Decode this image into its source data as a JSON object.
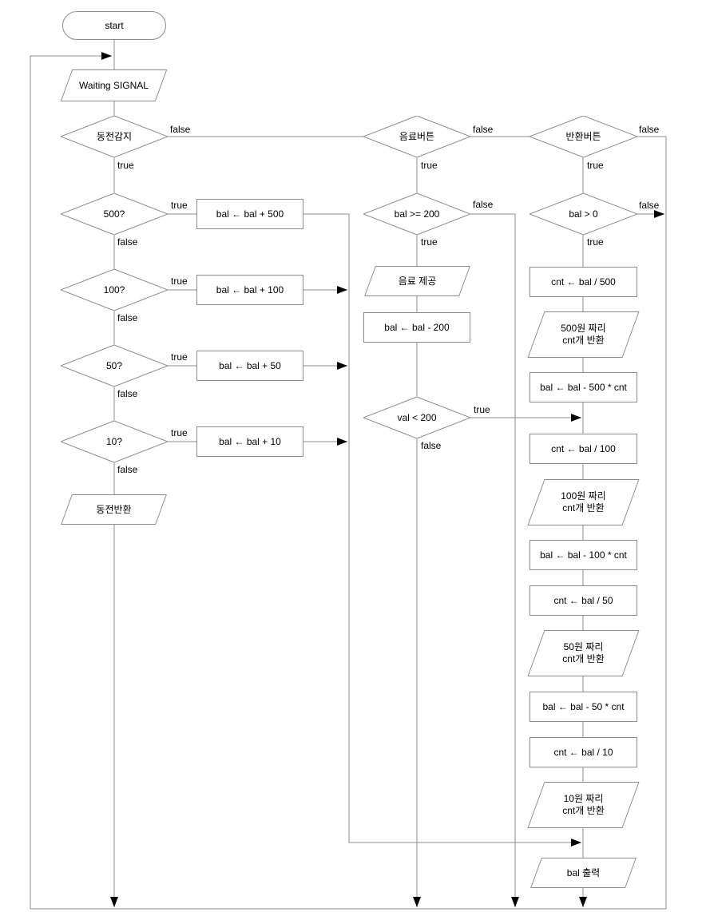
{
  "diagram": {
    "colors": {
      "background": "#ffffff",
      "shape_stroke": "#8c8c8c",
      "connector": "#8c8c8c",
      "arrowhead": "#000000",
      "text": "#000000"
    },
    "nodes": {
      "start": "start",
      "waiting_signal": "Waiting SIGNAL",
      "coin_detect": "동전감지",
      "coin_500": "500?",
      "add_500": "bal ← bal + 500",
      "coin_100": "100?",
      "add_100": "bal ← bal + 100",
      "coin_50": "50?",
      "add_50": "bal ← bal + 50",
      "coin_10": "10?",
      "add_10": "bal ← bal + 10",
      "coin_return": "동전반환",
      "drink_button": "음료버튼",
      "bal_ge_200": "bal >= 200",
      "dispense_drink": "음료 제공",
      "sub_200": "bal ← bal - 200",
      "val_lt_200": "val < 200",
      "return_button": "반환버튼",
      "bal_gt_0": "bal > 0",
      "cnt_div_500": "cnt ← bal / 500",
      "return_500_line1": "500원 짜리",
      "return_500_line2": "cnt개 반환",
      "sub_500_cnt": "bal ← bal - 500 * cnt",
      "cnt_div_100": "cnt ← bal / 100",
      "return_100_line1": "100원 짜리",
      "return_100_line2": "cnt개 반환",
      "sub_100_cnt": "bal ← bal - 100 * cnt",
      "cnt_div_50": "cnt ← bal / 50",
      "return_50_line1": "50원 짜리",
      "return_50_line2": "cnt개 반환",
      "sub_50_cnt": "bal ← bal - 50 * cnt",
      "cnt_div_10": "cnt ← bal / 10",
      "return_10_line1": "10원 짜리",
      "return_10_line2": "cnt개 반환",
      "print_bal": "bal 출력"
    },
    "edge_labels": {
      "coin_detect_false": "false",
      "coin_detect_true": "true",
      "coin_500_true": "true",
      "coin_500_false": "false",
      "coin_100_true": "true",
      "coin_100_false": "false",
      "coin_50_true": "true",
      "coin_50_false": "false",
      "coin_10_true": "true",
      "coin_10_false": "false",
      "drink_button_false": "false",
      "drink_button_true": "true",
      "bal_ge_200_false": "false",
      "bal_ge_200_true": "true",
      "val_lt_200_true": "true",
      "val_lt_200_false": "false",
      "return_button_false": "false",
      "return_button_true": "true",
      "bal_gt_0_false": "false",
      "bal_gt_0_true": "true"
    }
  }
}
